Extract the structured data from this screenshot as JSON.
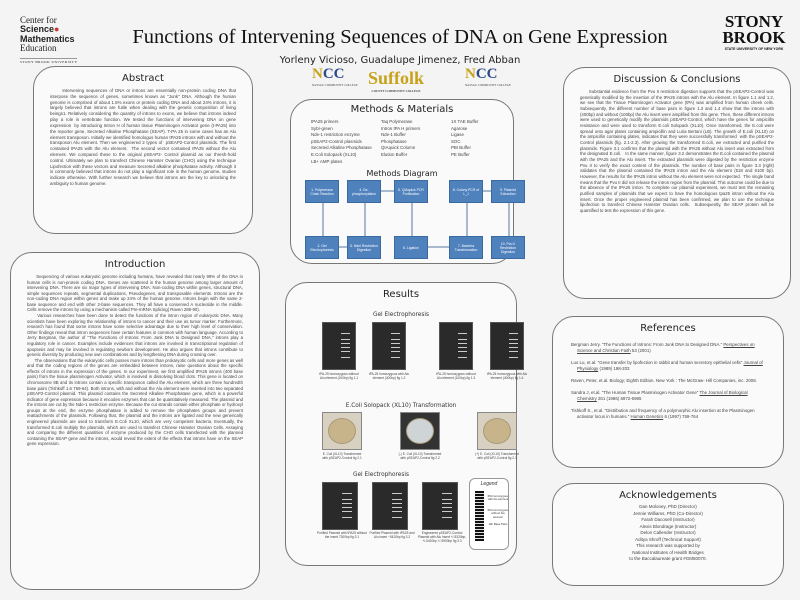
{
  "header": {
    "title": "Functions of Intervening Sequences of DNA on Gene Expression",
    "authors": "Yorleny Vicioso, Guadalupe Jimenez,  Fred Abban",
    "csme_logo": [
      "Center for",
      "Science",
      "Mathematics",
      "Education",
      "STONY BROOK UNIVERSITY"
    ],
    "stonybrook_logo": [
      "STONY",
      "BROOK",
      "STATE UNIVERSITY OF NEW YORK"
    ],
    "ncc_logo": [
      "NCC",
      "NASSAU COMMUNITY COLLEGE"
    ],
    "suffolk_logo": [
      "Suffolk",
      "COUNTY COMMUNITY COLLEGE"
    ]
  },
  "abstract": {
    "heading": "Abstract",
    "text": "      Intervening sequences of DNA or introns are essentially non-protein coding DNA that interpose the sequence of genes, sometimes known as \"Junk\" DNA. Although the human genome is comprised of about 1.5% exons or protein coding DNA and about 24% introns, it is largely believed that introns are futile when dealing with the genetic composition of living beings1. Relatively considering the quantity of introns to exons, we believe that introns indeed play a role in vertebrate function. We tested the functions of intervening DNA on gene expression  by introducing Intron H of human tissue Plasminogen Activator gene (t-PA25) into the reporter gene, Secreted Alkaline Phosphatase (SEAP). T-PA 25 in some cases has an Alu element transposon. Initially we identified homologus human tPA25 introns with and without the transposon Alu element. Then we engineered 2 types of  pSEAP2-Control plasmids. The first contained tPA25 with the Alu element.  The second vector contained tPA25 without the Alu element. We compared these to the original pSEAP2- Control plasmid as our thresh-hold control. Ultimately we plan to transfect Chinese Hamster Ovarian (CHO) using the technique Lipofection with these vectors and measure Secreted alkaline phosphatase activity. Although it is commonly believed that introns do not play a significant role in the human genome, studies indicate otherwise. With further research we believe that introns are the key to unlocking the ambiguity to human genome."
  },
  "introduction": {
    "heading": "Introduction",
    "text": "      Sequencing of various eukaryotic genome including humans, have revealed that nearly 99% of the DNA in human cells is non-protein coding DNA. Genes are scattered in the human genome among larger amount of intervening DNA. There are six major types of intervening DNA: Non-coding DNA within genes, structural DNA, simple sequences repeats, segmental duplications, Pseudogenes, and transposable elements. Introns are the non-coding DNA region within genes and make up 24% of the human genome. Introns begin with the same 2-base sequence and end with other 2-base sequences. They all have a conserved A nucleotide in the middle. Cells remove the introns by using a mechanism called Pre-mRNA Splicing( Raven 288-90).\n      Various researches have been done to detect the functions of the intron region of eukaryotic DNA. Many scientists have been exploring the relationship of introns to cancer and their use as tumor marker. Furthermore, research has found that some introns have some selective advantage due to their high level of conservation. Other findings reveal that intron sequences have certain features in common with human language. According to Jerry Bergman, the author of \"The Functions of Introns: From Junk DNA to Designed DNA,\" introns play a regulatory role in cancer. Examples include evidences that introns are involved in transcriptional regulation of apoptosis and may be involved in regulating newborn development. He also argues that introns contribute to genetic diversity by producing new own combinations and by lengthening DNA during crossing over.\n      The observations that the eukaryotic cells posses more introns than prokaryotic cells and more genes as well and that the coding regions of the genes are embedded between introns, raise questions about the specific effects of introns in the expression of the genes. In our experiment, we first amplified tPA25 introns (400 base pairs) from the tissue plasminogen Activator, which is involved in dissolving blood clots. This gene is located on chromosome 8B and its introns contain a specific transposon called the Alu element, which are three hundredth base pairs (Tishkoff 1.6 759-64). Both introns, with and without the Alu element were inserted into two separated pSEAP2-Control plasmid. This plasmid contains the Secreted Alkaline Phosphatase gene, which is a powerful indicator of gene expression because it encodes enzymes that can be quantitatively measured. The plasmid and the introns are cut by the Nde-1 restriction enzyme. Because the cut strands contain either phosphate or hydroxyl groups at the end, the enzyme phosphatase is added to remove the phosphates groups and prevent reattachments of the plasmids. Following that, the plasmid and the introns are ligated and the new generically engineered plasmids are used to transform E.Coli XL10, which are very competent bacteria. Eventually, the transformed E.coli multiply the plasmids, which are used to transfect Chinese Hamster Ovarian Cells. Assaying and comparing the different quantities of enzyme produced by the CHO cells transfected with the planned containing the SEAP gene and the introns, would reveal the extent of the effects that introns have on the SEAP gene expression."
  },
  "methods": {
    "heading": "Methods & Materials",
    "materials": [
      [
        "tPA25 primers",
        "Sybr-green",
        "Nde-1 restriction enzyme",
        "pSEAP2-Control plasmids",
        "Secreted Alkaline Phosphatase",
        "E.Coli Solopack (XL10)",
        "LB+ AMP plates"
      ],
      [
        "Taq Polymerase",
        "Intron tPA H primers",
        "Nde-1 Buffer",
        "Phosphatase",
        "QIAquick Column",
        "Elution Buffer"
      ],
      [
        "1X TAE Buffer",
        "Agarose",
        "Ligase",
        "SOC",
        "PBI Buffer",
        "PE Buffer"
      ]
    ],
    "diagram_heading": "Methods Diagram",
    "steps": [
      "1. Polymerase Chain Reaction",
      "2. Gel Electrophoresis",
      "3. NdeI Restriction Digestion",
      "4. De-phosphorylation",
      "5. QIAquick PCR Purification",
      "6. Ligation",
      "7. Bacteria Transformation",
      "8. Colony PCR of L_J",
      "9. Plasmid Extraction",
      "10. Pvu II Restriction Digestion"
    ]
  },
  "results": {
    "heading": "Results",
    "gel1_heading": "Gel Electrophoresis",
    "gel1_captions": [
      "tPA-25 homozygous without Alu element (100bp) fig 1.1",
      "tPA-25 homozygous with Alu element (400bp) fig 1.2",
      "tPA-25 homozygous without Alu element (100bp) fig 1.3",
      "tPA-25 homozygous with Alu element (400bp) fig 1.4"
    ],
    "transform_heading": "E.Coli Solopack (XL10) Transformation",
    "plate_captions": [
      "E. Coli (XL10) Transformed with pSEAP2-Control fig 2.1",
      "(-) E. Coli (XL10) Transformed with pSEAP2-Control fig 2.2",
      "(+) E. Coli (XL10) Transformed with pSEAP2-Control fig 2.3"
    ],
    "gel2_heading": "Gel Electrophoresis",
    "gel2_captions": [
      "Purified Plasmid with tPA25 without the insert 7300bp fig 3.1",
      "Purified Plasmid with tPA25 and Alu insert ~5420bp fig 3.2",
      "Engineered pSEAP2-Control Plasmid with Alu insert +/-5320bp, +/-5420bp +/-5900bp fig 3.3"
    ],
    "legend_title": "Legend",
    "legend_items": [
      "tPA homozygous with Alu element",
      "tPA homozygous without Alu element",
      "1kb Base Pairs"
    ]
  },
  "discussion": {
    "heading": "Discussion & Conclusions",
    "text": "      Substantial evidence from the Pvu II restriction digestion supports that the pSEAP2-Control was genetically modified by the insertion of the tPA25 introns with the Alu element. In figure 1.1 and 1.2, we see that the Tissue Plasminogen Activator gene (tPA) was amplified from human cheek cells. Subsequently, the different number of base pairs in figure 1.3 and 1.4 show that the introns with (400bp) and without (100bp) the Alu insert were amplified from this gene. Then, these different introns were used to genetically modify the plasmids pSEAP2-Control, which have the genes for ampicillin resistance and were used to transform E.coli Solopack (XL10). Once transformed, the E.coli were spread onto agar plates containing ampicillin and Luria Bertani (LB). The growth of E.coli (XL10) on the ampicillin containing plates, indicates that they were successfully transformed  with the pSEAP2-Control plasmids (fig. 2.1-2.3). After growing the transformed E.coli, we extracted and purified the plasmids. Figure 3.1 confirms that the plasmid with the tPA25 without Alu insert was extracted from the designated E.coli.   In the same manner, figure 3.2 demonstrates the E.coli contained the plasmid with the tPA25 and the Alu insert. The extracted plasmids were digested by the restriction enzyme Pvu II to verify the exact content of the plasmids. The number of base pairs in figure 3.3 (right) validates that the plasmid contained the tPA25 intron and the Alu element (518 and 6100 bp). However, the results for the tPA25 intron without the Alu element were not expected.  The single band means that the Pvu II did not release the intron region from the plasmid. This outcome could be due to the absence of the tPA25 intron. To complete our plasmid experiment, we must test the remaining purified samples of plasmids that we expect to have the homologous tpa25 intron without the Alu insert. Once the proper engineered plasmid has been confirmed, we plan to use the technique lipofection to transfect Chinese Hamster Ovarian cells.  Subsequently, the SEAP protein will be quantified to test the expression of this gene."
  },
  "references": {
    "heading": "References",
    "items": [
      {
        "text": "Bergman Jerry. \"The Functions of Introns: From Junk DNA to Designed DNA.\" ",
        "journal": "Perspectives on Science and Christian Faith",
        "tail": " 53 (2001)"
      },
      {
        "text": "Luo Lu, et.al. \"Gene transfer by lipofection  in rabbit and human secretory epithelial cells\" ",
        "journal": "Journal of Physiology",
        "tail": " (1989) 198-203"
      },
      {
        "text": "Raven, Peter, et.al. Biology; Eighth Edition. New York : The McGraw- Hill Companies, inc. 2008.",
        "journal": "",
        "tail": ""
      },
      {
        "text": "Sandra J, et.al. \"The Human Tissue Plasminogen Activator Gene\"  ",
        "journal": "The Journal of Biological Chemistry",
        "tail": " 261 (1986) 6972-6985"
      },
      {
        "text": "Tishkoff S., et.al. \"Distribution and frequency of a polymorphic Alu insertion  at the Plasminogen activator locus in humans.\" ",
        "journal": "Human Genetics",
        "tail": " 6 (1997)  759-764"
      }
    ]
  },
  "acknowledgements": {
    "heading": "Acknowledgements",
    "lines": [
      "Dan Moloney, PhD (Director)",
      "Jennie Williams, PhD (Co-Director)",
      "Farah Dacosell (Instructor)",
      "Alexis Blondrage (Instructor)",
      "Delon Callender (Instructor)",
      "Aditya Shroff (Technical Support)",
      "This research was supported by",
      "National Institutes of Health Bridges",
      "to the Baccalaureate grant #GM50070."
    ]
  }
}
